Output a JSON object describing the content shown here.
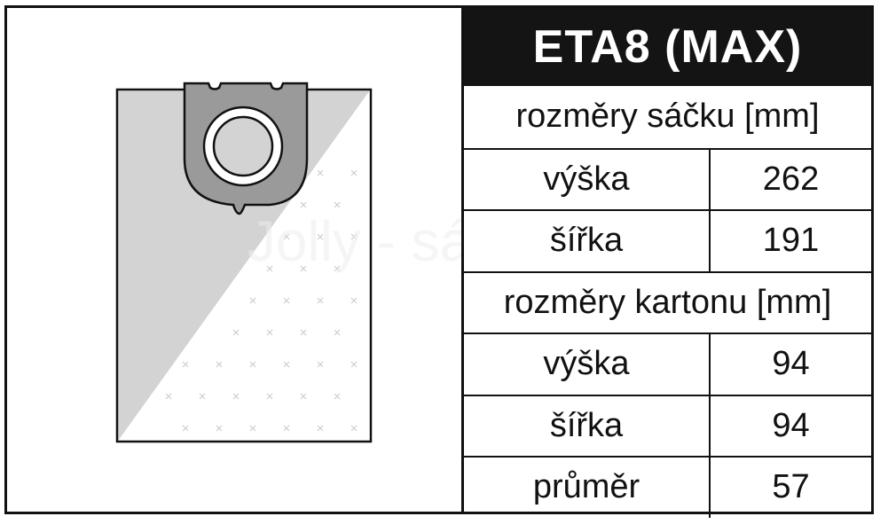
{
  "title": "ETA8 (MAX)",
  "watermark": "Jolly - sáčky",
  "sections": [
    {
      "heading": "rozměry sáčku [mm]",
      "rows": [
        {
          "label": "výška",
          "value": "262"
        },
        {
          "label": "šířka",
          "value": "191"
        }
      ]
    },
    {
      "heading": "rozměry kartonu [mm]",
      "rows": [
        {
          "label": "výška",
          "value": "94"
        },
        {
          "label": "šířka",
          "value": "94"
        },
        {
          "label": "průměr",
          "value": "57"
        }
      ]
    }
  ],
  "colors": {
    "title_bg": "#141414",
    "bag_gray": "#d3d3d3",
    "collar_gray": "#9a9a9a",
    "line": "#111111"
  }
}
